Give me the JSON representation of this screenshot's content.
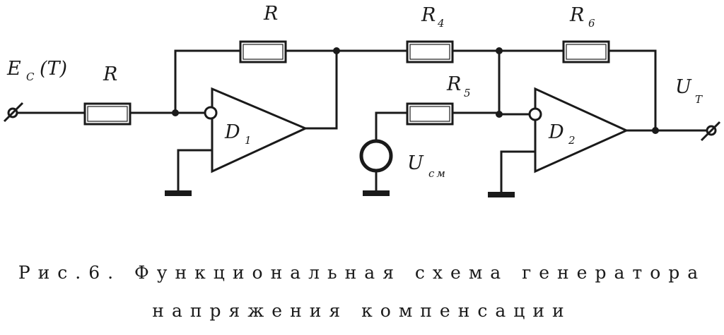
{
  "labels": {
    "input": {
      "main": "E",
      "sub": "C",
      "arg": "(T)"
    },
    "r_input": "R",
    "r_feedback": "R",
    "r4": {
      "main": "R",
      "sub": "4"
    },
    "r5": {
      "main": "R",
      "sub": "5"
    },
    "r6": {
      "main": "R",
      "sub": "6"
    },
    "d1": {
      "main": "D",
      "sub": "1"
    },
    "d2": {
      "main": "D",
      "sub": "2"
    },
    "ucm": {
      "main": "U",
      "sub": "см"
    },
    "output": {
      "main": "U",
      "sub": "T"
    }
  },
  "caption": {
    "line1": "Рис.6. Функциональная схема генератора",
    "line2": "напряжения компенсации"
  }
}
